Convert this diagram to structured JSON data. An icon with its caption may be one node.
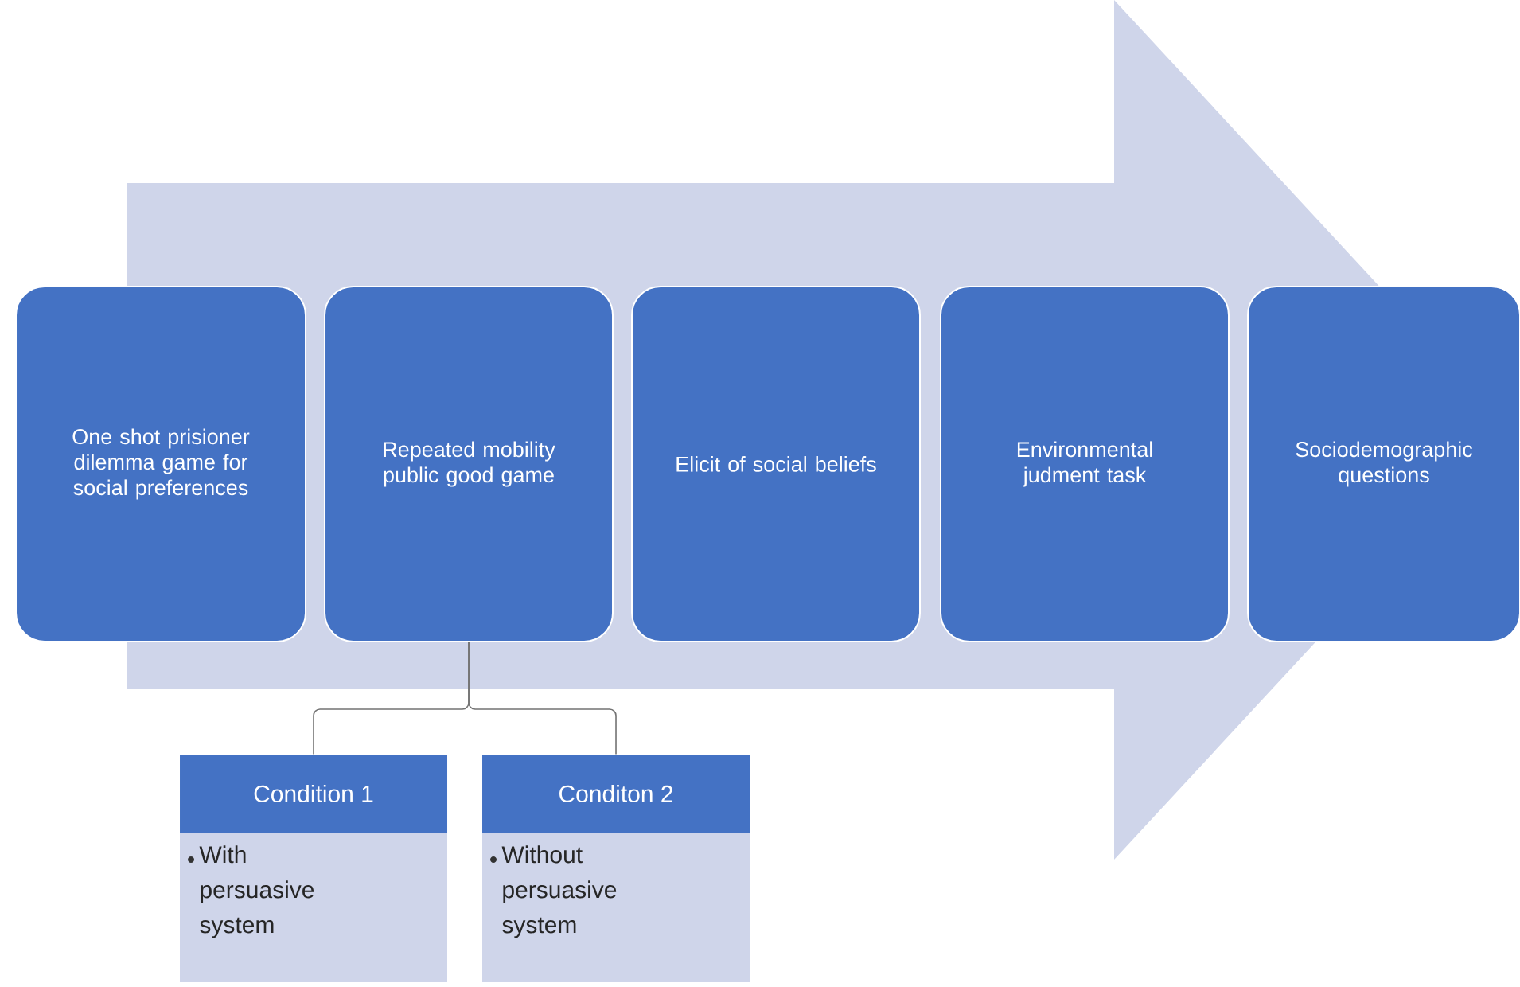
{
  "diagram": {
    "nodes": [
      {
        "text": [
          "One shot prisioner dilemma game for social preferences"
        ]
      },
      {
        "text": [
          "Repeated mobility public good game"
        ]
      },
      {
        "text": [
          "Elicit of social beliefs"
        ]
      },
      {
        "text": [
          "Environmental judment task"
        ]
      },
      {
        "text": [
          "Sociodemographic questions"
        ]
      },
      {
        "text": [
          "Condition 1",
          "With persuasive system"
        ]
      },
      {
        "text": [
          "Conditon 2",
          "Without persuasive system"
        ]
      }
    ],
    "edges": [
      {
        "from": 0,
        "to": 4,
        "arrow": "to",
        "style": "thick"
      },
      {
        "from": 1,
        "to": 5,
        "arrow": "none"
      },
      {
        "from": 1,
        "to": 6,
        "arrow": "none"
      }
    ]
  }
}
